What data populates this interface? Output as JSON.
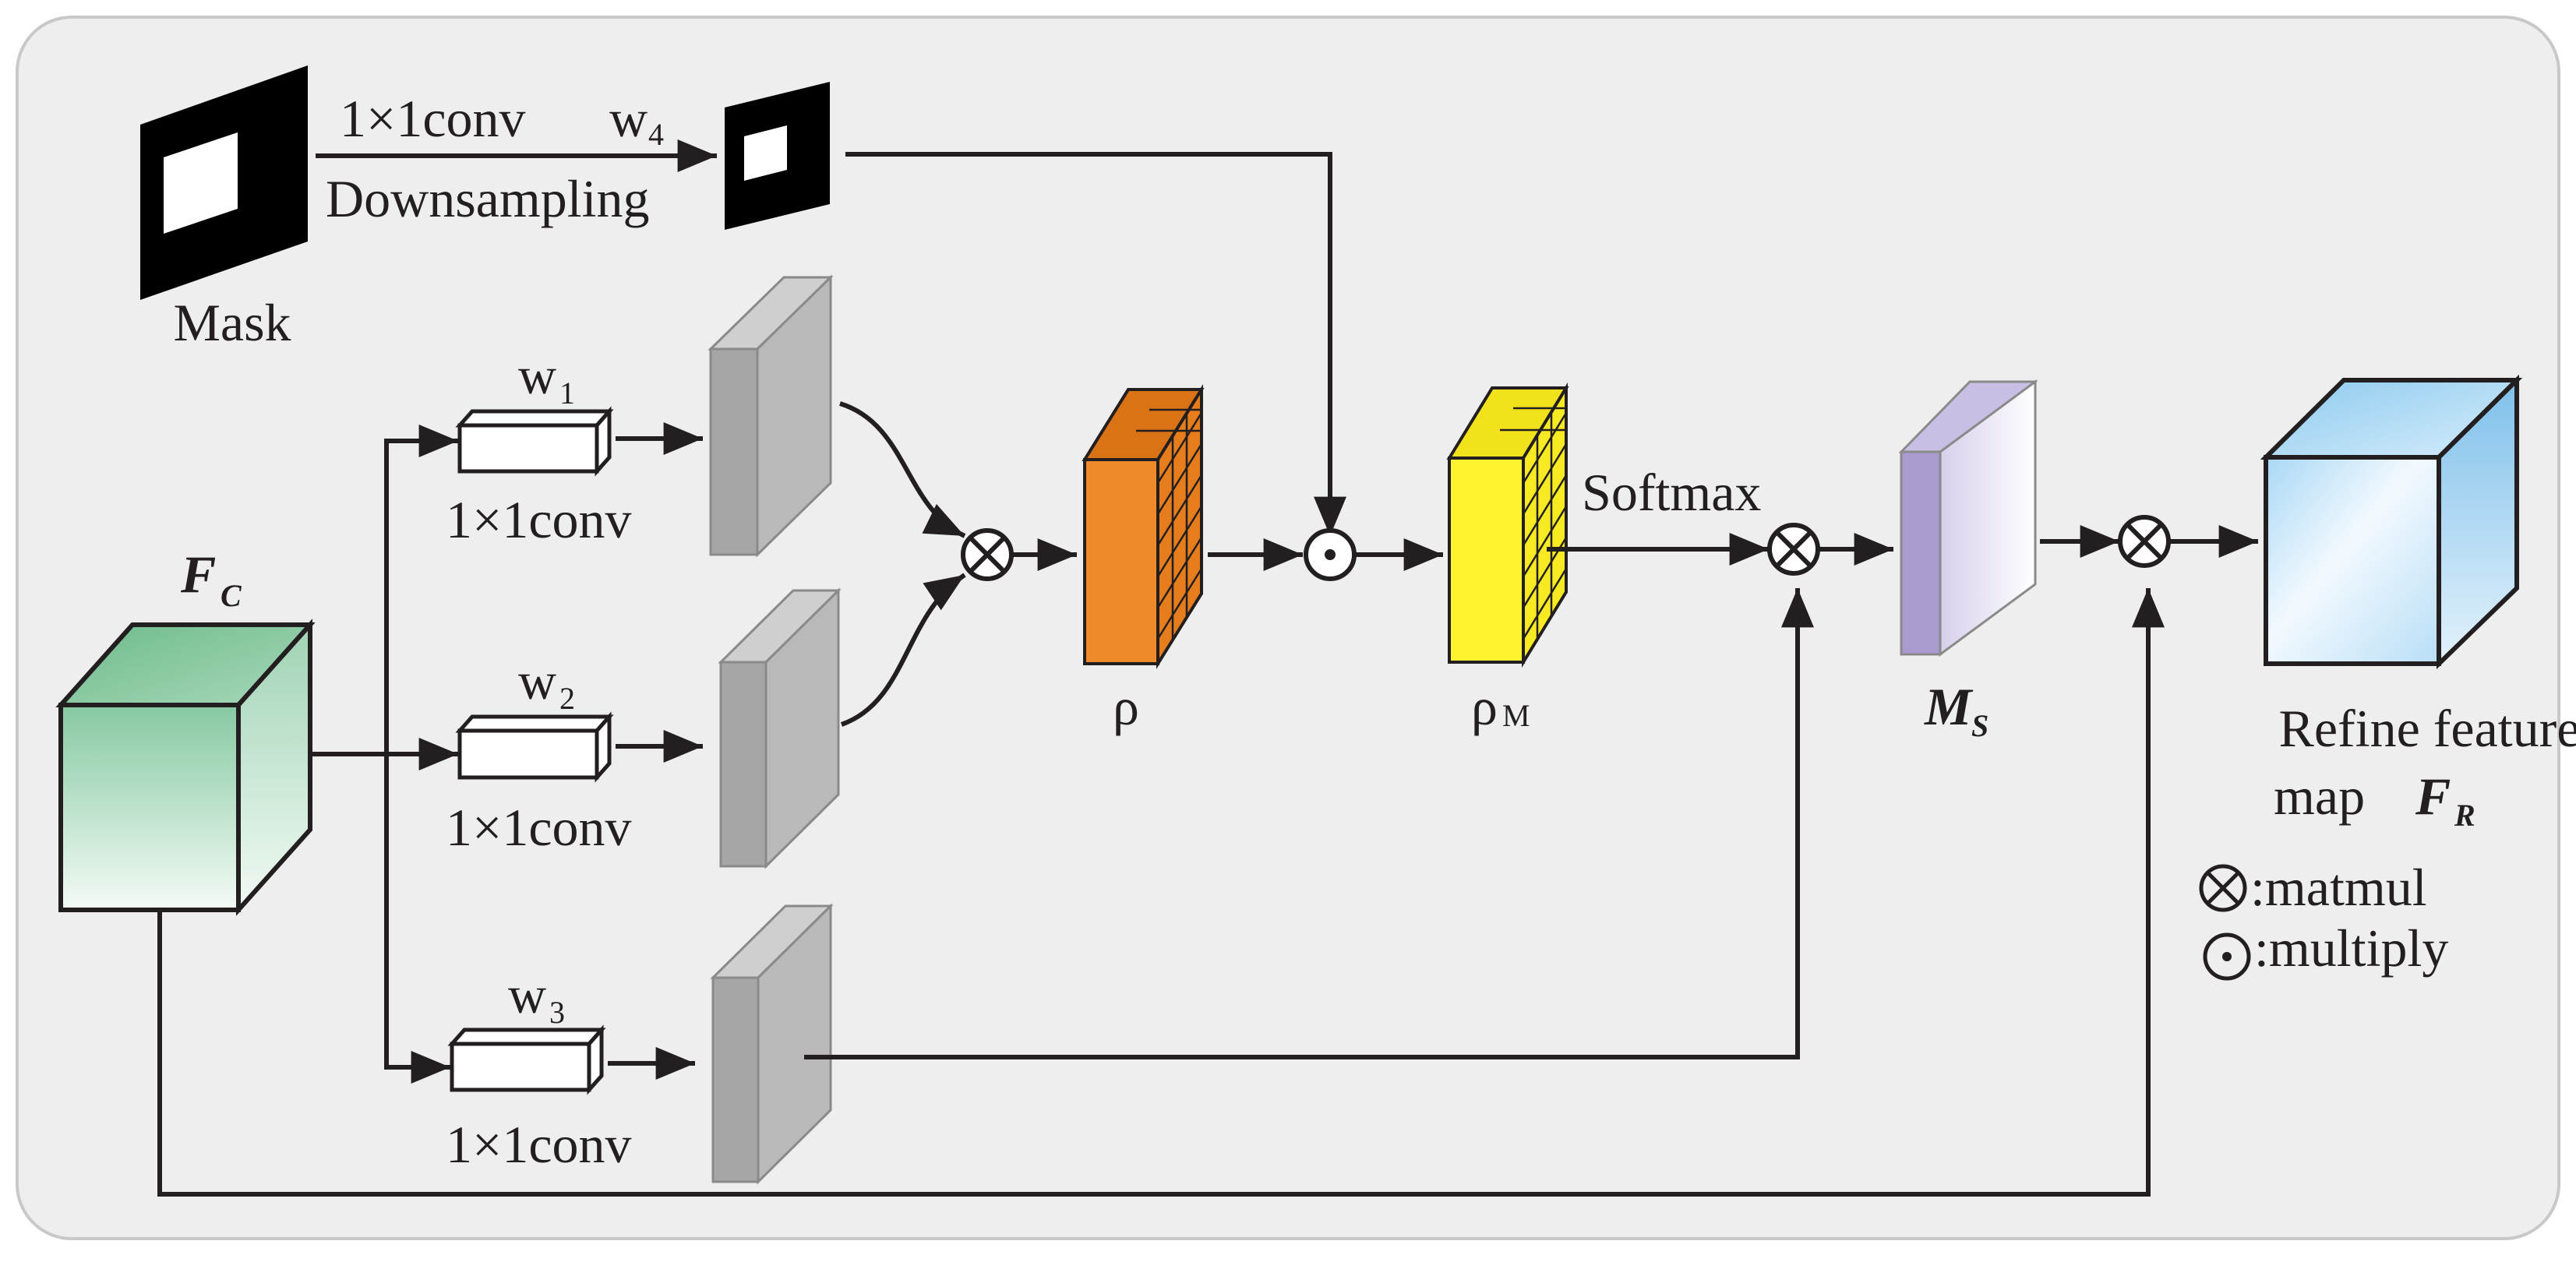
{
  "mask": {
    "label": "Mask",
    "op_line1": "1×1conv",
    "op_weight": "w",
    "op_weight_sub": "4",
    "op_line2": "Downsampling"
  },
  "input": {
    "symbol": "F",
    "symbol_sub": "C"
  },
  "branches": [
    {
      "weight": "w",
      "weight_sub": "1",
      "label": "1×1conv"
    },
    {
      "weight": "w",
      "weight_sub": "2",
      "label": "1×1conv"
    },
    {
      "weight": "w",
      "weight_sub": "3",
      "label": "1×1conv"
    }
  ],
  "rho": {
    "symbol": "ρ"
  },
  "rho_m": {
    "symbol": "ρ",
    "symbol_sub": "M"
  },
  "softmax": "Softmax",
  "ms": {
    "symbol": "M",
    "symbol_sub": "S"
  },
  "output": {
    "line1": "Refine feature",
    "line2": "map",
    "symbol": "F",
    "symbol_sub": "R"
  },
  "legend": [
    {
      "icon": "otimes-icon",
      "text": ":matmul"
    },
    {
      "icon": "odot-icon",
      "text": ":multiply"
    }
  ],
  "colors": {
    "panel_bg": "#eeeeee",
    "line": "#231f20",
    "cube_green_top": "#7cc49a",
    "cube_green_light": "#eaf7ef",
    "cube_blue": "#bfe2f7",
    "feature_gray": "#b5b5b5",
    "rho_orange": "#ef8a2a",
    "rho_m_yellow": "#fff22e",
    "ms_purple": "#a99bd0"
  }
}
